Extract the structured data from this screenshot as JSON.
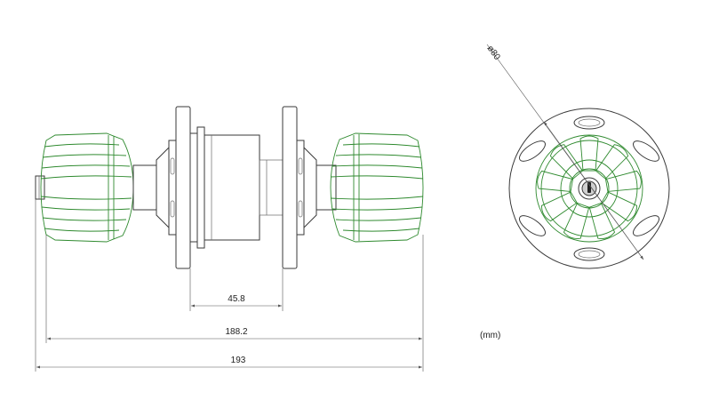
{
  "dimensions": {
    "door_thickness": "45.8",
    "overall_knob_span": "188.2",
    "overall_length": "193",
    "rose_diameter": "ø80"
  },
  "units_note": "(mm)",
  "colors": {
    "knob_outline": "#2f8a2f",
    "body_outline": "#3a3a3a",
    "dimension_line": "#555555"
  }
}
